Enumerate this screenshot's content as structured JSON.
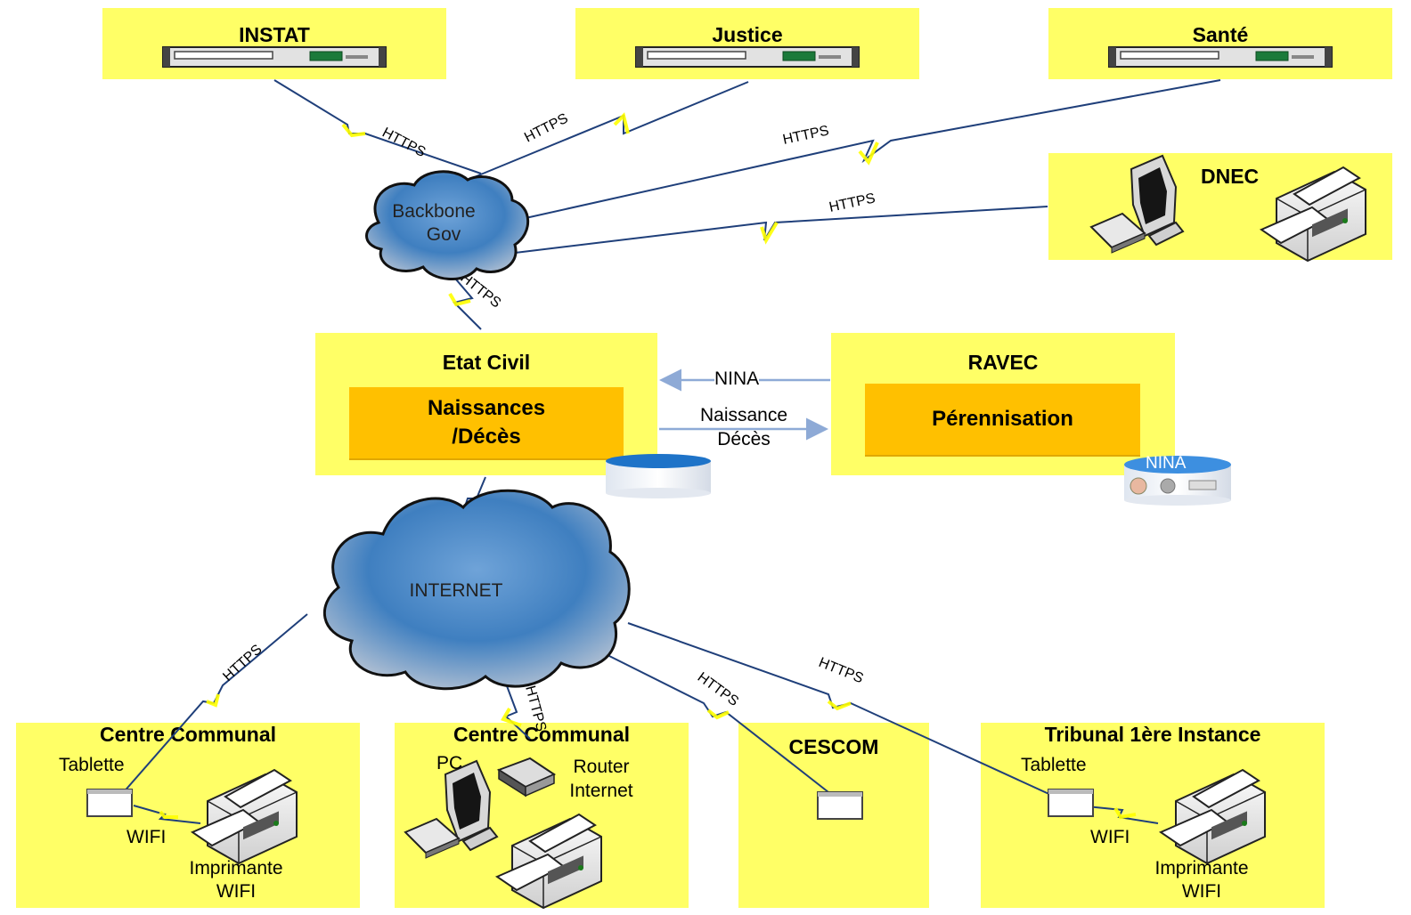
{
  "servers": {
    "instat": "INSTAT",
    "justice": "Justice",
    "sante": "Santé"
  },
  "dnec": {
    "title": "DNEC"
  },
  "clouds": {
    "backbone_line1": "Backbone",
    "backbone_line2": "Gov",
    "internet": "INTERNET"
  },
  "protocol": "HTTPS",
  "etat_civil": {
    "title": "Etat Civil",
    "inner_line1": "Naissances",
    "inner_line2": "/Décès"
  },
  "ravec": {
    "title": "RAVEC",
    "inner": "Pérennisation"
  },
  "flows": {
    "nina": "NINA",
    "naissance": "Naissance",
    "deces": "Décès"
  },
  "nina_db": "NINA",
  "centre1": {
    "title": "Centre Communal",
    "tablette": "Tablette",
    "wifi": "WIFI",
    "printer_line1": "Imprimante",
    "printer_line2": "WIFI"
  },
  "centre2": {
    "title": "Centre Communal",
    "pc": "PC",
    "router_line1": "Router",
    "router_line2": "Internet"
  },
  "cescom": {
    "title": "CESCOM"
  },
  "tribunal": {
    "title": "Tribunal 1ère Instance",
    "tablette": "Tablette",
    "wifi": "WIFI",
    "printer_line1": "Imprimante",
    "printer_line2": "WIFI"
  },
  "colors": {
    "box_fill": "#ffff66",
    "inner_fill": "#ffc000",
    "link_line": "#1f3f7a",
    "bolt": "#ffff00",
    "arrow": "#8eaad6"
  }
}
